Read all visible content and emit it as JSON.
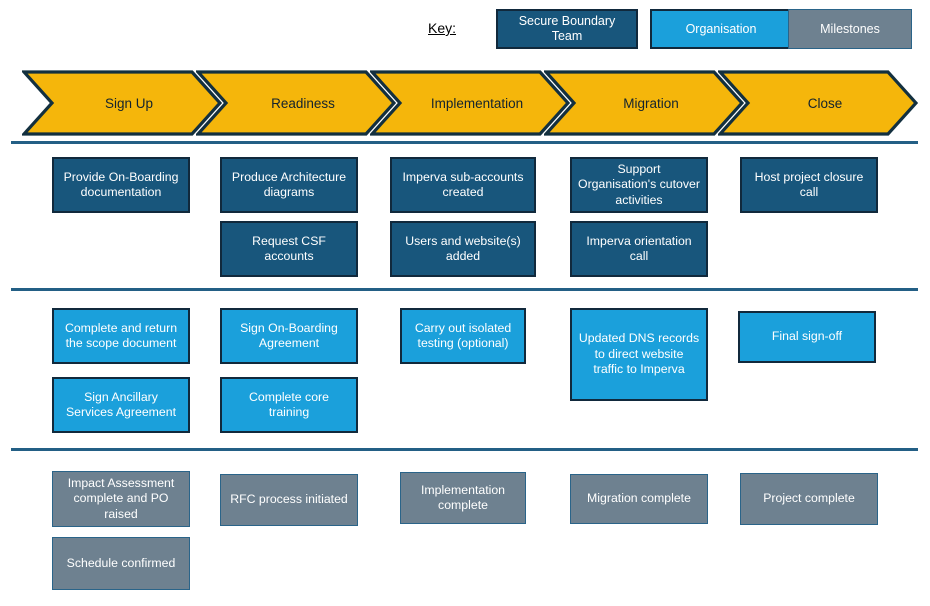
{
  "key": {
    "label": "Key:",
    "items": [
      {
        "label": "Secure Boundary Team",
        "type": "sbt",
        "color": "#18567c"
      },
      {
        "label": "Organisation",
        "type": "org",
        "color": "#1ba0db"
      },
      {
        "label": "Milestones",
        "type": "mil",
        "color": "#6e8190"
      }
    ]
  },
  "phases": [
    {
      "label": "Sign Up"
    },
    {
      "label": "Readiness"
    },
    {
      "label": "Implementation"
    },
    {
      "label": "Migration"
    },
    {
      "label": "Close"
    }
  ],
  "swimlanes": [
    {
      "name": "Secure Boundary Team",
      "type": "sbt",
      "columns": [
        {
          "phase": "Sign Up",
          "cards": [
            "Provide On-Boarding documentation"
          ]
        },
        {
          "phase": "Readiness",
          "cards": [
            "Produce Architecture diagrams",
            "Request CSF accounts"
          ]
        },
        {
          "phase": "Implementation",
          "cards": [
            "Imperva sub-accounts created",
            "Users and website(s) added"
          ]
        },
        {
          "phase": "Migration",
          "cards": [
            "Support Organisation's cutover activities",
            "Imperva orientation call"
          ]
        },
        {
          "phase": "Close",
          "cards": [
            "Host project closure call"
          ]
        }
      ]
    },
    {
      "name": "Organisation",
      "type": "org",
      "columns": [
        {
          "phase": "Sign Up",
          "cards": [
            "Complete and return the scope document",
            "Sign Ancillary Services Agreement"
          ]
        },
        {
          "phase": "Readiness",
          "cards": [
            "Sign On-Boarding Agreement",
            "Complete core training"
          ]
        },
        {
          "phase": "Implementation",
          "cards": [
            "Carry out isolated testing (optional)"
          ]
        },
        {
          "phase": "Migration",
          "cards": [
            "Updated DNS records to direct website traffic to Imperva"
          ]
        },
        {
          "phase": "Close",
          "cards": [
            "Final sign-off"
          ]
        }
      ]
    },
    {
      "name": "Milestones",
      "type": "mil",
      "columns": [
        {
          "phase": "Sign Up",
          "cards": [
            "Impact Assessment complete and PO raised",
            "Schedule confirmed"
          ]
        },
        {
          "phase": "Readiness",
          "cards": [
            "RFC process initiated"
          ]
        },
        {
          "phase": "Implementation",
          "cards": [
            "Implementation complete"
          ]
        },
        {
          "phase": "Migration",
          "cards": [
            "Migration complete"
          ]
        },
        {
          "phase": "Close",
          "cards": [
            "Project complete"
          ]
        }
      ]
    }
  ],
  "cards": {
    "r1c1a": "Provide On-Boarding documentation",
    "r1c2a": "Produce Architecture diagrams",
    "r1c2b": "Request CSF accounts",
    "r1c3a": "Imperva sub-accounts created",
    "r1c3b": "Users and website(s) added",
    "r1c4a": "Support Organisation's cutover activities",
    "r1c4b": "Imperva orientation call",
    "r1c5a": "Host project closure call",
    "r2c1a": "Complete and return the scope document",
    "r2c1b": "Sign Ancillary Services Agreement",
    "r2c2a": "Sign On-Boarding Agreement",
    "r2c2b": "Complete core training",
    "r2c3a": "Carry out isolated testing (optional)",
    "r2c4a": "Updated DNS records to direct website traffic to Imperva",
    "r2c5a": "Final sign-off",
    "r3c1a": "Impact Assessment complete and PO raised",
    "r3c1b": "Schedule confirmed",
    "r3c2a": "RFC process initiated",
    "r3c3a": "Implementation complete",
    "r3c4a": "Migration complete",
    "r3c5a": "Project complete"
  },
  "colors": {
    "phase_fill": "#f5b60b",
    "phase_stroke": "#13303f",
    "divider": "#235f85",
    "sbt": "#18567c",
    "org": "#1ba0db",
    "mil": "#6e8190",
    "card_stroke": "#11293c",
    "mil_stroke": "#2a6489",
    "text_light": "#ffffff",
    "text_dark": "#13232e"
  }
}
